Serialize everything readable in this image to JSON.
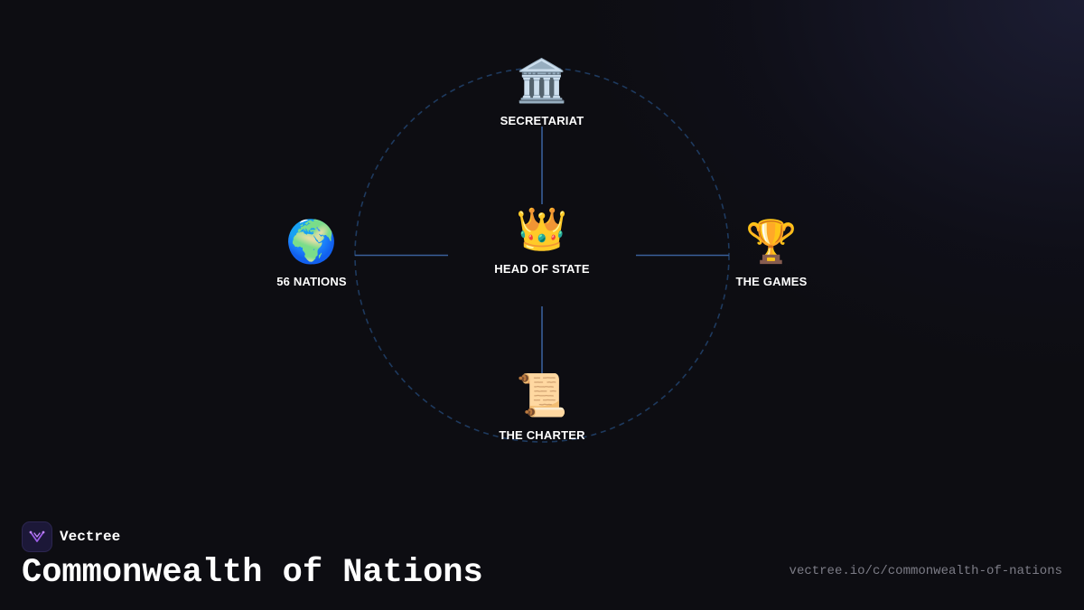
{
  "diagram": {
    "center": {
      "icon": "👑",
      "icon_name": "crown-icon",
      "label": "HEAD OF STATE"
    },
    "top": {
      "icon": "🏛️",
      "icon_name": "classical-building-icon",
      "label": "SECRETARIAT"
    },
    "left": {
      "icon": "🌍",
      "icon_name": "globe-icon",
      "label": "56 NATIONS"
    },
    "right": {
      "icon": "🏆",
      "icon_name": "trophy-icon",
      "label": "THE GAMES"
    },
    "bottom": {
      "icon": "📜",
      "icon_name": "scroll-icon",
      "label": "THE CHARTER"
    },
    "colors": {
      "connector": "#3a5f9a",
      "ring": "#1e3a5f"
    }
  },
  "footer": {
    "brand": "Vectree",
    "title": "Commonwealth of Nations",
    "url": "vectree.io/c/commonwealth-of-nations"
  },
  "colors": {
    "background": "#0d0d12",
    "text": "#ffffff",
    "muted_text": "#7c7c86",
    "brand_accent": "#9b5de5"
  }
}
